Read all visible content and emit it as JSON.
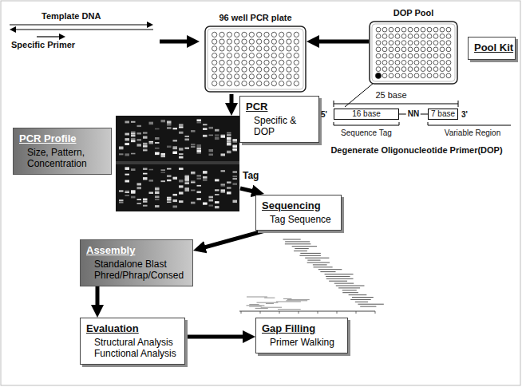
{
  "diagram": {
    "nodes": [
      {
        "text": [
          "96 well PCR plate"
        ]
      },
      {
        "text": [
          "DOP Pool"
        ]
      },
      {
        "text": [
          "Pool Kit"
        ]
      },
      {
        "text": [
          "PCR",
          "Specific & DOP"
        ]
      },
      {
        "text": [
          "16 base"
        ]
      },
      {
        "text": [
          "7 base"
        ]
      },
      {
        "text": [
          "PCR Profile",
          "Size, Pattern, Concentration"
        ]
      },
      {
        "text": [
          "Sequencing",
          "Tag Sequence"
        ]
      },
      {
        "text": [
          "Assembly",
          "Standalone Blast Phred/Phrap/Consed"
        ]
      },
      {
        "text": [
          "Evaluation",
          "Structural Analysis Functional Analysis"
        ]
      },
      {
        "text": [
          "Gap Filling",
          "Primer Walking"
        ]
      }
    ],
    "edges": [
      {
        "from": 1,
        "to": 0,
        "arrow": "to"
      },
      {
        "from": 4,
        "to": 5,
        "label": "NN",
        "arrow": "none"
      },
      {
        "from": 7,
        "to": 8,
        "arrow": "to"
      },
      {
        "from": 8,
        "to": 9,
        "arrow": "to"
      },
      {
        "from": 9,
        "to": 10,
        "arrow": "to"
      }
    ],
    "labels": [
      "Template DNA",
      "Specific Primer",
      "25 base",
      "5'",
      "3'",
      "Sequence Tag",
      "Variable Region",
      "Degenerate Oligonucleotide Primer(DOP)",
      "Tag"
    ]
  }
}
